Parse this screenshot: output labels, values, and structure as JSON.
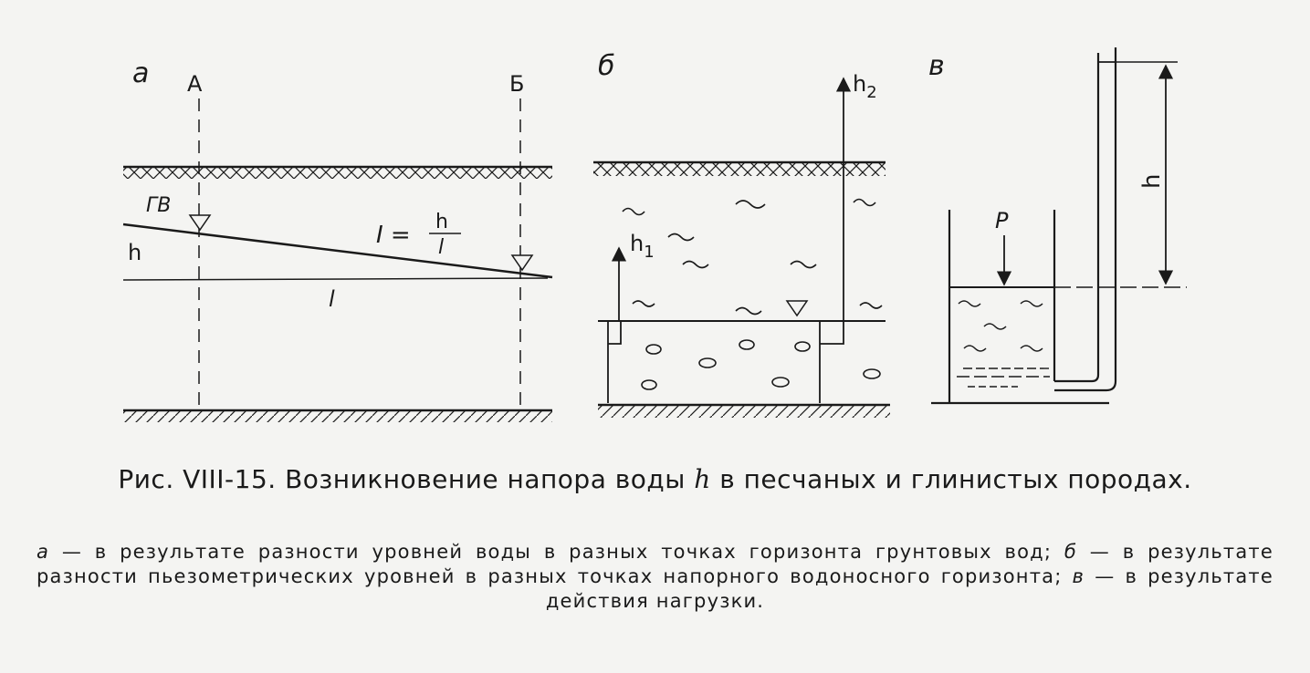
{
  "panels": {
    "a": {
      "letter": "а",
      "point_A": "А",
      "point_B": "Б",
      "gw_label": "ГВ",
      "h_label": "h",
      "l_label": "l",
      "formula_lhs": "I =",
      "formula_num": "h",
      "formula_den": "l"
    },
    "b": {
      "letter": "б",
      "h1_main": "h",
      "h1_sub": "1",
      "h2_main": "h",
      "h2_sub": "2"
    },
    "v": {
      "letter": "в",
      "p_label": "P",
      "h_label": "h"
    }
  },
  "caption": {
    "title_prefix": "Рис. VIII-15. Возникновение напора воды ",
    "title_var": "h",
    "title_suffix": " в песчаных и глинистых породах.",
    "a_letter": "а",
    "a_text": " — в результате разности уровней воды в разных точках горизонта грунтовых вод; ",
    "b_letter": "б",
    "b_text": " — в результате разности пьезометрических уровней в разных точках напорного водоносного горизонта; ",
    "v_letter": "в",
    "v_text": " — в результате действия нагрузки."
  }
}
